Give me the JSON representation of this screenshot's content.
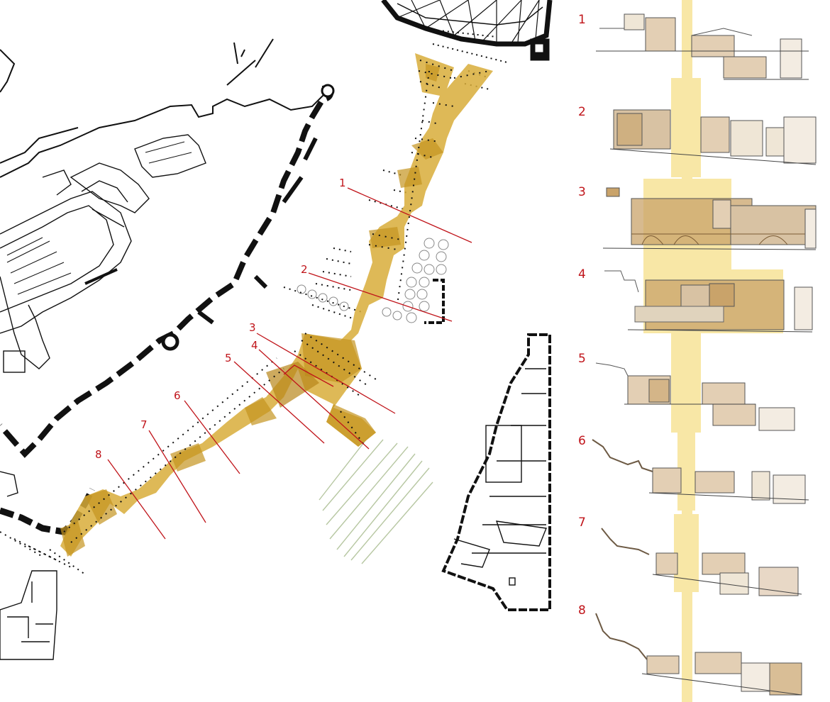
{
  "plan": {
    "section_labels": [
      "1",
      "2",
      "3",
      "4",
      "5",
      "6",
      "7",
      "8"
    ]
  },
  "sections": {
    "labels": [
      "1",
      "2",
      "3",
      "4",
      "5",
      "6",
      "7",
      "8"
    ]
  },
  "colors": {
    "path_fill": "#d4a72c",
    "path_dark": "#b88a1a",
    "band": "#f8e7a6",
    "section_line": "#c0141a",
    "label": "#c0141a",
    "wall": "#111111",
    "building_tan": "#e3cfb4",
    "building_stone": "#c9a36a"
  }
}
